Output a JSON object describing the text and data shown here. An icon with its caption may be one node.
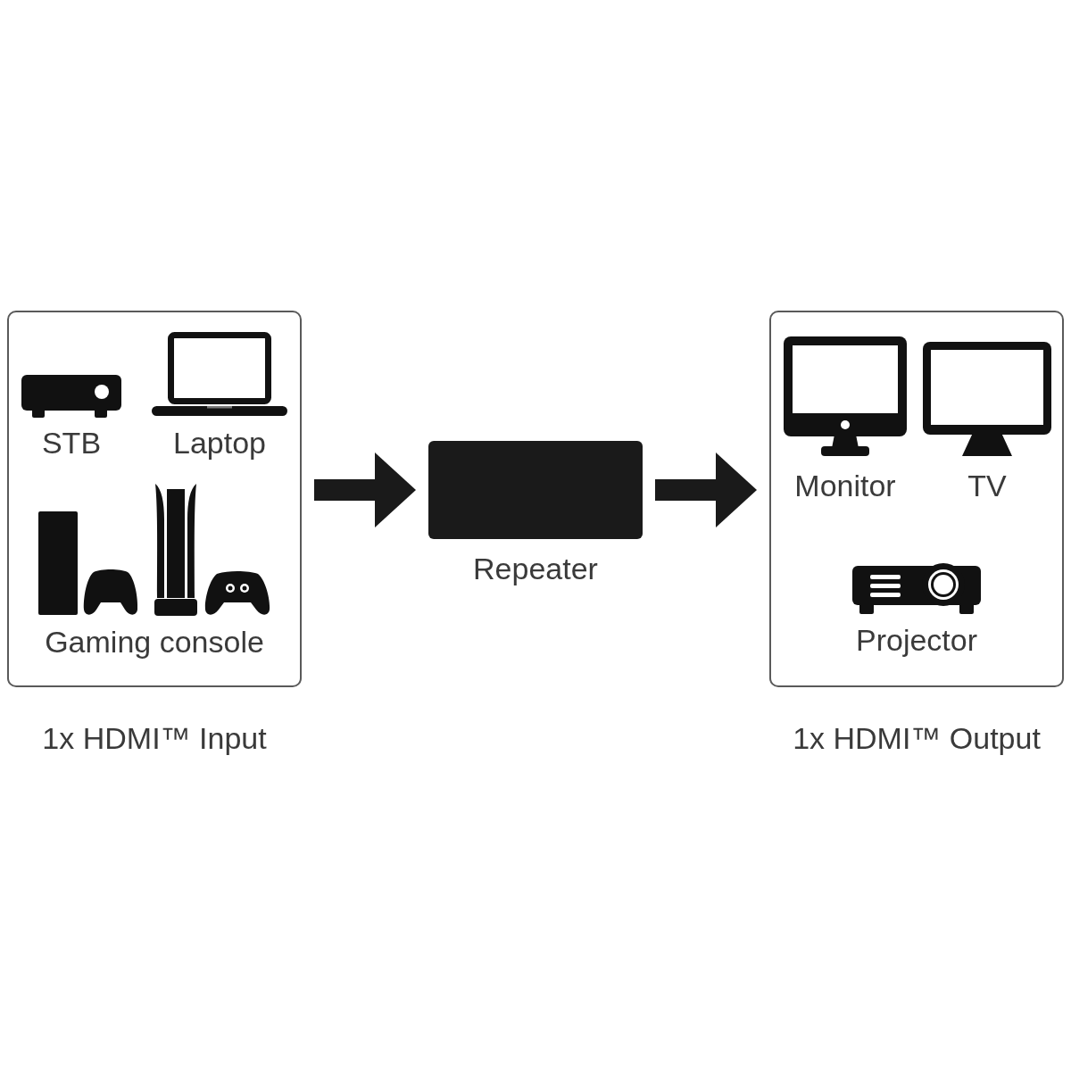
{
  "diagram": {
    "nodes": [
      {
        "text": [
          "1x HDMI™ Input"
        ]
      },
      {
        "text": [
          "Repeater"
        ]
      },
      {
        "text": [
          "1x HDMI™ Output"
        ]
      }
    ],
    "edges": [
      {
        "from": 0,
        "to": 1,
        "arrow": "to"
      },
      {
        "from": 1,
        "to": 2,
        "arrow": "to"
      }
    ],
    "labels": [
      "STB",
      "Laptop",
      "Gaming console",
      "Monitor",
      "TV",
      "Projector"
    ]
  }
}
